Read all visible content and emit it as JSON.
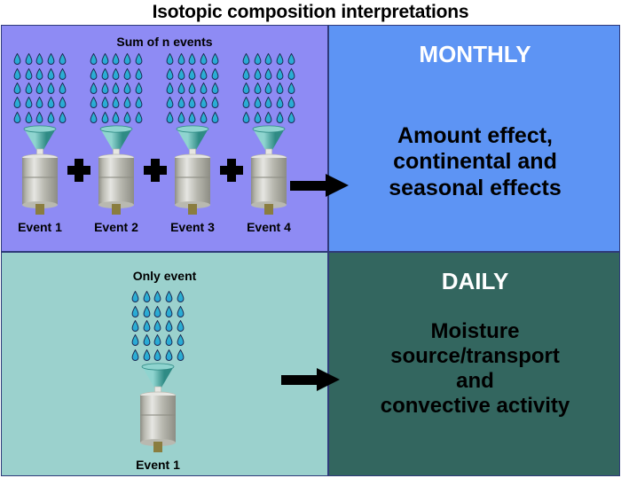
{
  "title": "Isotopic composition interpretations",
  "colors": {
    "panel_monthly_events_bg": "#8e8bf4",
    "panel_monthly_result_bg": "#5d94f4",
    "panel_daily_events_bg": "#9bd1cd",
    "panel_daily_result_bg": "#33665f",
    "panel_border": "#2f3a7a",
    "page_bg": "#ffffff",
    "title_text": "#000000",
    "heading_text": "#ffffff",
    "body_text": "#000000",
    "arrow": "#000000",
    "plus": "#000000",
    "raindrop_top": "#2fb8cf",
    "raindrop_bottom": "#28a5d8",
    "raindrop_outline": "#1b2a52",
    "gauge_funnel_light": "#8fd4cf",
    "gauge_funnel_dark": "#2f8b85",
    "gauge_body_light": "#e6e6e2",
    "gauge_body_mid": "#b9b9b0",
    "gauge_body_dark": "#8d8d84",
    "gauge_spout": "#8a7d3f"
  },
  "panels": {
    "monthly_events": {
      "caption": "Sum of n events",
      "stations": [
        {
          "label": "Event 1",
          "icon": "rain-gauge-icon",
          "rain_icon": "raindrops-icon",
          "drops": 25
        },
        {
          "label": "Event 2",
          "icon": "rain-gauge-icon",
          "rain_icon": "raindrops-icon",
          "drops": 25
        },
        {
          "label": "Event 3",
          "icon": "rain-gauge-icon",
          "rain_icon": "raindrops-icon",
          "drops": 25
        },
        {
          "label": "Event 4",
          "icon": "rain-gauge-icon",
          "rain_icon": "raindrops-icon",
          "drops": 25
        }
      ],
      "operators": [
        "plus-icon",
        "plus-icon",
        "plus-icon"
      ],
      "arrow_icon": "arrow-right-icon"
    },
    "monthly_result": {
      "heading": "MONTHLY",
      "body_lines": [
        "Amount effect,",
        "continental and",
        "seasonal effects"
      ]
    },
    "daily_events": {
      "caption": "Only event",
      "stations": [
        {
          "label": "Event 1",
          "icon": "rain-gauge-icon",
          "rain_icon": "raindrops-icon",
          "drops": 25
        }
      ],
      "operators": [],
      "arrow_icon": "arrow-right-icon"
    },
    "daily_result": {
      "heading": "DAILY",
      "body_lines": [
        "Moisture",
        "source/transport",
        "and",
        "convective activity"
      ]
    }
  }
}
